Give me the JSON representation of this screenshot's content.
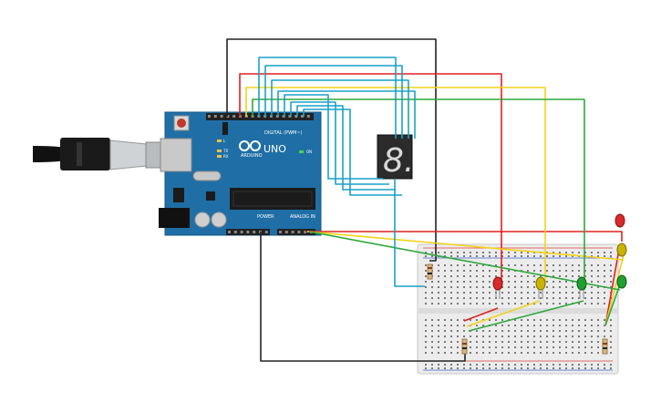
{
  "canvas": {
    "background": "#ffffff"
  },
  "arduino": {
    "model": "UNO",
    "brand": "ARDUINO",
    "header_digital": "DIGITAL (PWM~)",
    "header_power": "POWER",
    "header_analog": "ANALOG IN",
    "tx_label": "TX",
    "rx_label": "RX",
    "l_label": "L",
    "on_label": "ON",
    "board_color": "#1f6fa6"
  },
  "seven_segment": {
    "digit": "8."
  },
  "wire_colors": {
    "black": "#222222",
    "red": "#e02020",
    "yellow": "#f2d21a",
    "green": "#2ea83a",
    "blue": "#1aa1c9"
  },
  "leds": [
    {
      "name": "red-led",
      "color": "#d92b2b"
    },
    {
      "name": "yellow-led",
      "color": "#c8b400"
    },
    {
      "name": "green-led",
      "color": "#20a030"
    }
  ]
}
